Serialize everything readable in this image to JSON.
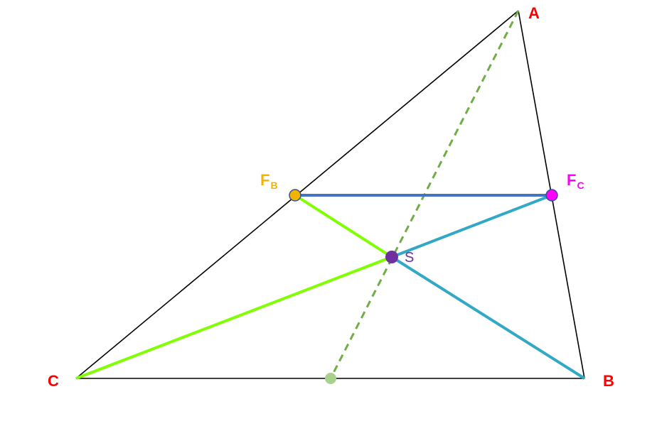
{
  "points": {
    "A": {
      "label": "A",
      "color": "#ff0000"
    },
    "B": {
      "label": "B",
      "color": "#ff0000"
    },
    "C": {
      "label": "C",
      "color": "#ff0000"
    },
    "FB": {
      "label": "F",
      "sub": "B",
      "color": "#f2b400"
    },
    "FC": {
      "label": "F",
      "sub": "C",
      "color": "#ff00ff"
    },
    "S": {
      "label": "S",
      "color": "#7030a0"
    }
  },
  "colors": {
    "triangle": "#000000",
    "parallel_segment": "#4472c4",
    "green_segments": "#80ff00",
    "cyan_segments": "#31a9c6",
    "median_dashed": "#70ad47",
    "midpoint_dot": "#a9d18e"
  }
}
